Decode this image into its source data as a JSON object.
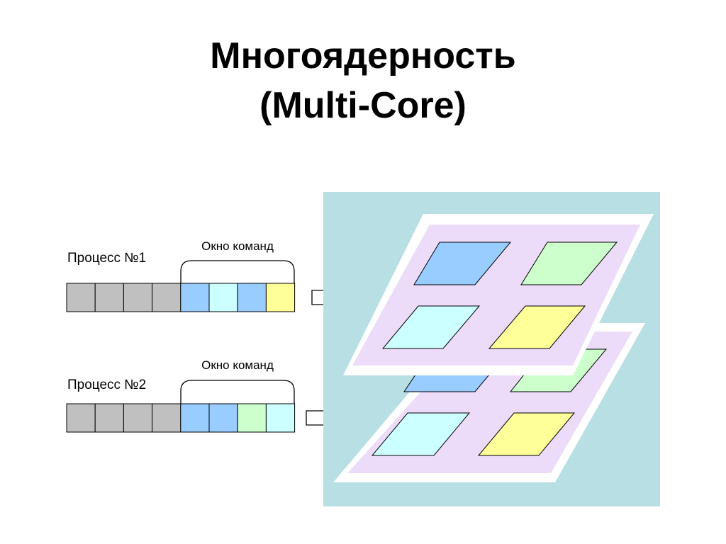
{
  "title": {
    "line1": "Многоядерность",
    "line2": "(Multi-Core)"
  },
  "colors": {
    "gray": "#c0c0c0",
    "blue": "#99ccff",
    "cyan": "#ccffff",
    "green": "#ccffcc",
    "yellow": "#ffff99",
    "panel_bg": "#b8dfe3",
    "layer_fill": "#ecdcfa"
  },
  "processes": [
    {
      "label": "Процесс №1",
      "window_label": "Окно команд",
      "cells": [
        "gray",
        "gray",
        "gray",
        "gray",
        "blue",
        "cyan",
        "blue",
        "yellow"
      ]
    },
    {
      "label": "Процесс №2",
      "window_label": "Окно команд",
      "cells": [
        "gray",
        "gray",
        "gray",
        "gray",
        "blue",
        "blue",
        "green",
        "cyan"
      ]
    }
  ],
  "chip_layers": [
    {
      "name": "back-layer",
      "cores": [
        "blue",
        "green",
        "cyan",
        "yellow"
      ]
    },
    {
      "name": "front-layer",
      "cores": [
        "blue",
        "green",
        "cyan",
        "yellow"
      ]
    }
  ]
}
